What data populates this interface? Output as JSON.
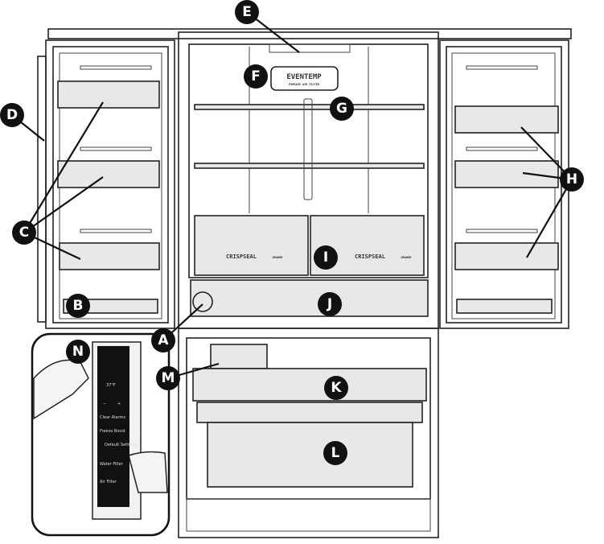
{
  "labels": {
    "A": "A",
    "B": "B",
    "C": "C",
    "D": "D",
    "E": "E",
    "F": "F",
    "G": "G",
    "H": "H",
    "I": "I",
    "J": "J",
    "K": "K",
    "L": "L",
    "M": "M",
    "N": "N"
  },
  "filter_badge": {
    "brand": "EVENTEMP",
    "subtitle": "PUREAIR AIR FILTER"
  },
  "drawer_label": {
    "brand": "CRISPSEAL",
    "suffix": "DRAWER"
  },
  "control_panel": {
    "temperature": "37°F",
    "minus": "−",
    "plus": "+",
    "clear_alarms": "Clear Alarms",
    "freeze_boost": "Freeze Boost",
    "default_settings": "Default Settings",
    "water_filter": "Water Filter",
    "air_filter": "Air Filter"
  },
  "colors": {
    "line": "#222222",
    "bin_fill": "#e8e8e8",
    "badge": "#111111"
  }
}
